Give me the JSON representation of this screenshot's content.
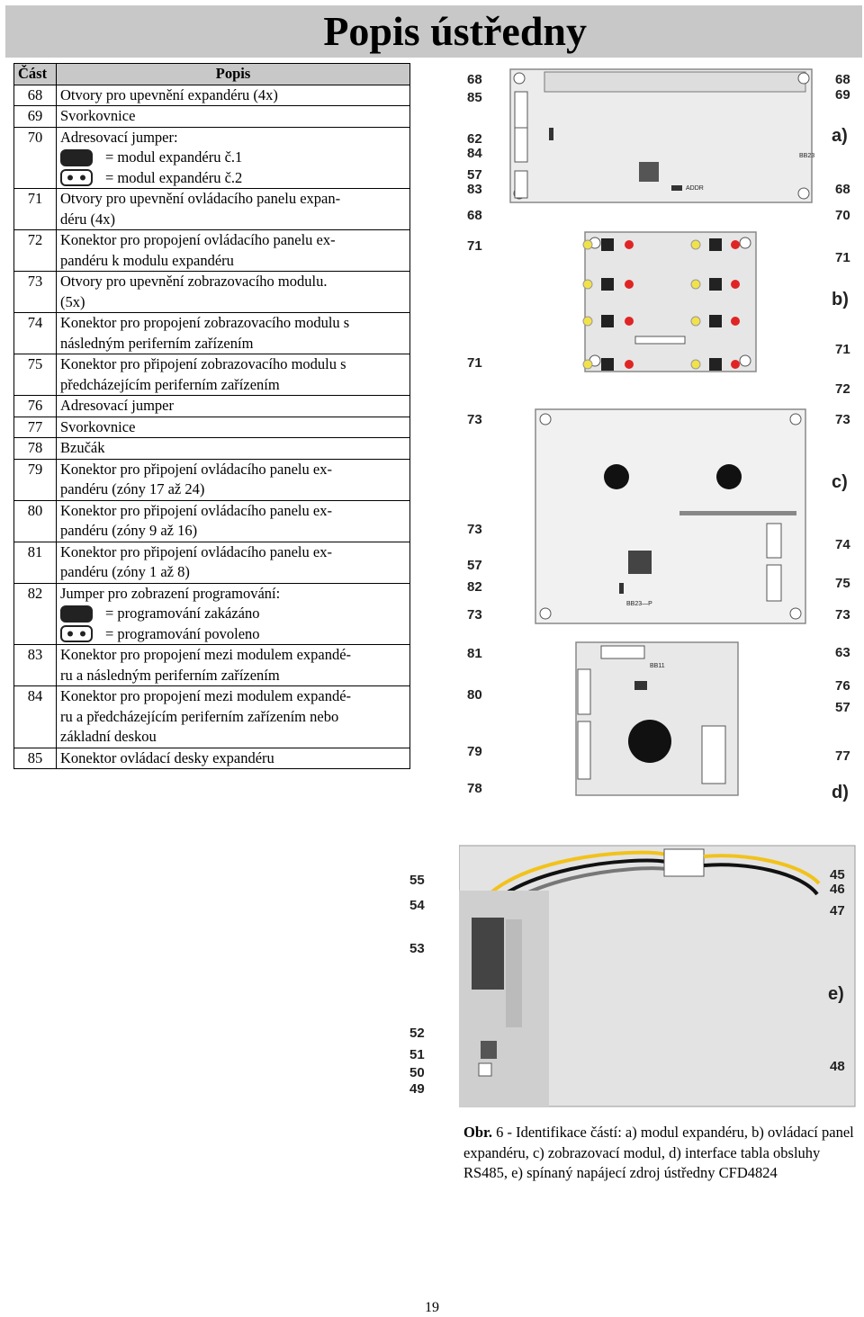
{
  "page": {
    "title": "Popis ústředny",
    "page_number": "19"
  },
  "table": {
    "headers": {
      "col1": "Část",
      "col2": "Popis"
    },
    "rows": [
      {
        "num": "68",
        "text": "Otvory pro upevnění expandéru (4x)"
      },
      {
        "num": "69",
        "text": "Svorkovnice"
      },
      {
        "num": "70",
        "text": "Adresovací jumper:",
        "jumpers": [
          {
            "icon": "jumper-closed-icon",
            "text": "= modul expandéru č.1"
          },
          {
            "icon": "jumper-open-icon",
            "text": "= modul expandéru č.2"
          }
        ]
      },
      {
        "num": "71",
        "text": "Otvory pro upevnění ovládacího panelu expan-\ndéru (4x)"
      },
      {
        "num": "72",
        "text": "Konektor pro propojení ovládacího panelu ex-\npandéru k modulu expandéru"
      },
      {
        "num": "73",
        "text": "Otvory pro upevnění zobrazovacího modulu.\n(5x)"
      },
      {
        "num": "74",
        "text": "Konektor pro propojení zobrazovacího modulu s\nnásledným periferním zařízením"
      },
      {
        "num": "75",
        "text": "Konektor pro připojení zobrazovacího modulu s\npředcházejícím periferním zařízením"
      },
      {
        "num": "76",
        "text": "Adresovací jumper"
      },
      {
        "num": "77",
        "text": "Svorkovnice"
      },
      {
        "num": "78",
        "text": "Bzučák"
      },
      {
        "num": "79",
        "text": "Konektor pro připojení ovládacího panelu ex-\npandéru (zóny 17 až 24)"
      },
      {
        "num": "80",
        "text": "Konektor pro připojení ovládacího panelu ex-\npandéru (zóny 9 až 16)"
      },
      {
        "num": "81",
        "text": "Konektor pro připojení ovládacího panelu ex-\npandéru (zóny 1 až 8)"
      },
      {
        "num": "82",
        "text": "Jumper pro zobrazení programování:",
        "jumpers": [
          {
            "icon": "jumper-closed-icon",
            "text": "= programování zakázáno"
          },
          {
            "icon": "jumper-open-icon",
            "text": "= programování povoleno"
          }
        ]
      },
      {
        "num": "83",
        "text": "Konektor pro propojení mezi modulem expandé-\nru a následným periferním zařízením"
      },
      {
        "num": "84",
        "text": "Konektor pro propojení mezi modulem expandé-\nru a předcházejícím periferním zařízením nebo\nzákladní deskou"
      },
      {
        "num": "85",
        "text": "Konektor ovládací desky expandéru"
      }
    ]
  },
  "figure": {
    "labels_left": [
      "68",
      "85",
      "62",
      "84",
      "57",
      "83",
      "68",
      "71",
      "71",
      "73",
      "73",
      "57",
      "82",
      "73",
      "81",
      "80",
      "79",
      "78"
    ],
    "labels_right": [
      "68",
      "69",
      "68",
      "70",
      "71",
      "71",
      "72",
      "73",
      "74",
      "75",
      "73",
      "63",
      "76",
      "57",
      "77"
    ],
    "section_letters": [
      "a)",
      "b)",
      "c)",
      "d)",
      "e)"
    ],
    "psu_left": [
      "55",
      "54",
      "53",
      "52",
      "51",
      "50",
      "49"
    ],
    "psu_right": [
      "45",
      "46",
      "47",
      "48"
    ],
    "board_marks": {
      "bb23": "BB23",
      "bb23p": "BB23—P",
      "addr": "ADDR",
      "bb11": "BB11"
    }
  },
  "caption": {
    "bold": "Obr.",
    "text": " 6 - Identifikace částí: a) modul expandéru, b) ovládací panel expandéru, c) zobrazovací modul, d) interface tabla obsluhy RS485, e) spínaný napájecí zdroj ústředny CFD4824"
  }
}
